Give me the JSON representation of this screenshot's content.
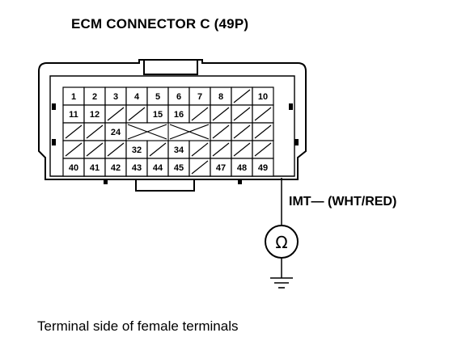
{
  "title": "ECM CONNECTOR C (49P)",
  "wire_label": "IMT— (WHT/RED)",
  "meter_symbol": "Ω",
  "caption": "Terminal side of female terminals",
  "rows": [
    [
      "1",
      "2",
      "3",
      "4",
      "5",
      "6",
      "7",
      "8",
      "/",
      "10"
    ],
    [
      "11",
      "12",
      "/",
      "/",
      "15",
      "16",
      "/",
      "/",
      "/",
      "/"
    ],
    [
      "/",
      "/",
      "24",
      "X1",
      "X1",
      "X2",
      "X2",
      "/",
      "/",
      "/"
    ],
    [
      "/",
      "/",
      "/",
      "32",
      "/",
      "34",
      "/",
      "/",
      "/",
      "/"
    ],
    [
      "40",
      "41",
      "42",
      "43",
      "44",
      "45",
      "/",
      "47",
      "48",
      "49"
    ]
  ],
  "probe_terminal": "49"
}
